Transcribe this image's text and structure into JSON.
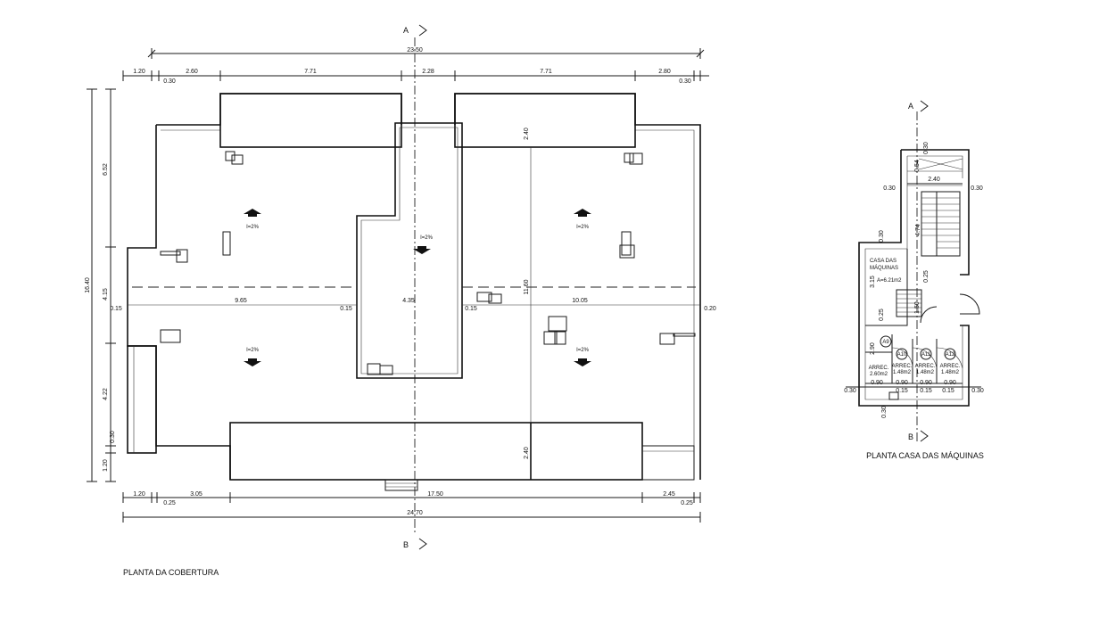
{
  "titles": {
    "roof_plan": "PLANTA DA COBERTURA",
    "machine_room_plan": "PLANTA CASA DAS MÁQUINAS"
  },
  "section_marks": {
    "a": "A",
    "b": "B"
  },
  "roof": {
    "top_dims": {
      "overall": "23.50",
      "seg_1": "1.20",
      "seg_2": "2.60",
      "seg_3": "7.71",
      "seg_4": "2.28",
      "seg_5": "7.71",
      "seg_6": "2.80",
      "sub_left": "0.30",
      "sub_right": "0.30"
    },
    "bottom_dims": {
      "overall": "24.70",
      "seg_1": "1.20",
      "seg_2": "3.05",
      "seg_3": "17.50",
      "seg_4": "2.45",
      "sub_left": "0.25",
      "sub_right": "0.25"
    },
    "left_dims": {
      "overall": "16.40",
      "seg_1": "6.52",
      "seg_2": "4.15",
      "seg_3": "4.22",
      "seg_4": "0.30",
      "seg_5": "1.20"
    },
    "middle_dims": {
      "left_edge": "0.15",
      "span_1": "9.65",
      "joint_1": "0.15",
      "span_2": "4.35",
      "joint_2": "0.15",
      "span_3": "10.05",
      "right_edge": "0.20"
    },
    "inner_dims": {
      "top_band": "2.40",
      "center_height": "11.60",
      "bottom_band": "2.40"
    },
    "slopes": {
      "s1": "I=2%",
      "s2": "I=2%",
      "s3": "I=2%",
      "s4": "I=2%",
      "s5": "I=2%"
    }
  },
  "machine_room": {
    "room_label_1": "CASA DAS",
    "room_label_2": "MÁQUINAS",
    "room_area": "A=6.21m2",
    "dims": {
      "top_small": "0.30",
      "top_stair": "0.54",
      "width": "2.40",
      "left_wall": "0.30",
      "right_wall": "0.30",
      "stair_run": "4.74",
      "room_h_1": "0.30",
      "room_h_2": "3.15",
      "room_h_3": "0.25",
      "room_h_4": "0.25",
      "step": "1.50",
      "lower_h": "2.90",
      "bottom_left": "0.30",
      "bottom_right": "0.30",
      "base": "0.30",
      "col_1": "0.90",
      "col_2": "0.90",
      "col_3": "0.90",
      "col_4": "0.90",
      "gap_1": "0.15",
      "gap_2": "0.15",
      "gap_3": "0.15"
    },
    "storage": [
      {
        "tag": "A9",
        "name": "ARREC.",
        "area": "2.60m2"
      },
      {
        "tag": "A10",
        "name": "ARREC.",
        "area": "1.48m2"
      },
      {
        "tag": "A11",
        "name": "ARREC.",
        "area": "1.48m2"
      },
      {
        "tag": "A12",
        "name": "ARREC.",
        "area": "1.48m2"
      }
    ]
  }
}
